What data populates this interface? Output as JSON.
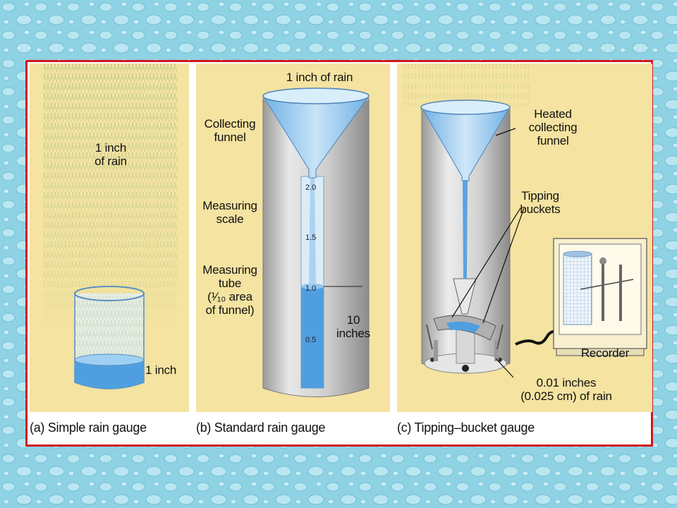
{
  "panels": {
    "a": {
      "caption": "(a) Simple rain gauge",
      "rain_label_1": "1 inch",
      "rain_label_2": "of rain",
      "depth_label": "1 inch"
    },
    "b": {
      "caption": "(b) Standard rain gauge",
      "top_label": "1 inch of rain",
      "funnel_label_1": "Collecting",
      "funnel_label_2": "funnel",
      "scale_label_1": "Measuring",
      "scale_label_2": "scale",
      "tube_label_1": "Measuring",
      "tube_label_2": "tube",
      "tube_label_3": "(¹⁄₁₀ area",
      "tube_label_4": "of funnel)",
      "depth_label_1": "10",
      "depth_label_2": "inches",
      "scale_marks": [
        "2.0",
        "1.5",
        "1.0",
        "0.5"
      ]
    },
    "c": {
      "caption": "(c) Tipping–bucket gauge",
      "funnel_label_1": "Heated",
      "funnel_label_2": "collecting",
      "funnel_label_3": "funnel",
      "bucket_label_1": "Tipping",
      "bucket_label_2": "buckets",
      "recorder_label": "Recorder",
      "amount_label_1": "0.01 inches",
      "amount_label_2": "(0.025 cm) of rain"
    }
  },
  "colors": {
    "background": "#8fd2e3",
    "frame": "#d01820",
    "panel": "#f4e3a1",
    "water": "#4f9fe0",
    "cylinder": "#cfcfcf",
    "rain": "#7aa86a"
  }
}
